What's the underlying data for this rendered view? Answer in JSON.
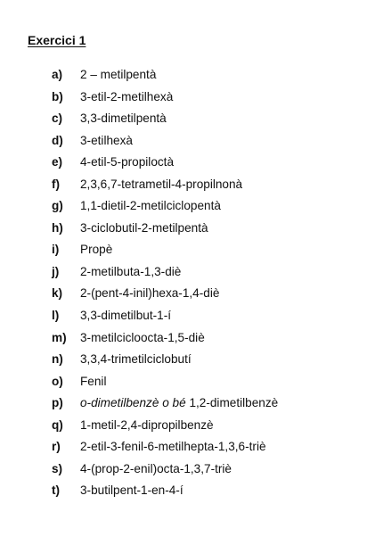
{
  "title": "Exercici 1",
  "items": [
    {
      "letter": "a)",
      "text": "2 – metilpentà"
    },
    {
      "letter": "b)",
      "text": "3-etil-2-metilhexà"
    },
    {
      "letter": "c)",
      "text": "3,3-dimetilpentà"
    },
    {
      "letter": "d)",
      "text": "3-etilhexà"
    },
    {
      "letter": "e)",
      "text": "4-etil-5-propiloctà"
    },
    {
      "letter": "f)",
      "text": "2,3,6,7-tetrametil-4-propilnonà"
    },
    {
      "letter": "g)",
      "text": "1,1-dietil-2-metilciclopentà"
    },
    {
      "letter": "h)",
      "text": "3-ciclobutil-2-metilpentà"
    },
    {
      "letter": "i)",
      "text": "Propè"
    },
    {
      "letter": "j)",
      "text": "2-metilbuta-1,3-diè"
    },
    {
      "letter": "k)",
      "text": "2-(pent-4-inil)hexa-1,4-diè"
    },
    {
      "letter": "l)",
      "text": "3,3-dimetilbut-1-í"
    },
    {
      "letter": "m)",
      "text": "3-metilcicloocta-1,5-diè"
    },
    {
      "letter": "n)",
      "text": "3,3,4-trimetilciclobutí"
    },
    {
      "letter": "o)",
      "text": "Fenil"
    },
    {
      "letter": "p)",
      "text_a": "o-dimetilbenzè",
      "text_b": "o bé",
      "text_c": "1,2-dimetilbenzè"
    },
    {
      "letter": "q)",
      "text": "1-metil-2,4-dipropilbenzè"
    },
    {
      "letter": "r)",
      "text": "2-etil-3-fenil-6-metilhepta-1,3,6-triè"
    },
    {
      "letter": "s)",
      "text": "4-(prop-2-enil)octa-1,3,7-triè"
    },
    {
      "letter": "t)",
      "text": "3-butilpent-1-en-4-í"
    }
  ]
}
